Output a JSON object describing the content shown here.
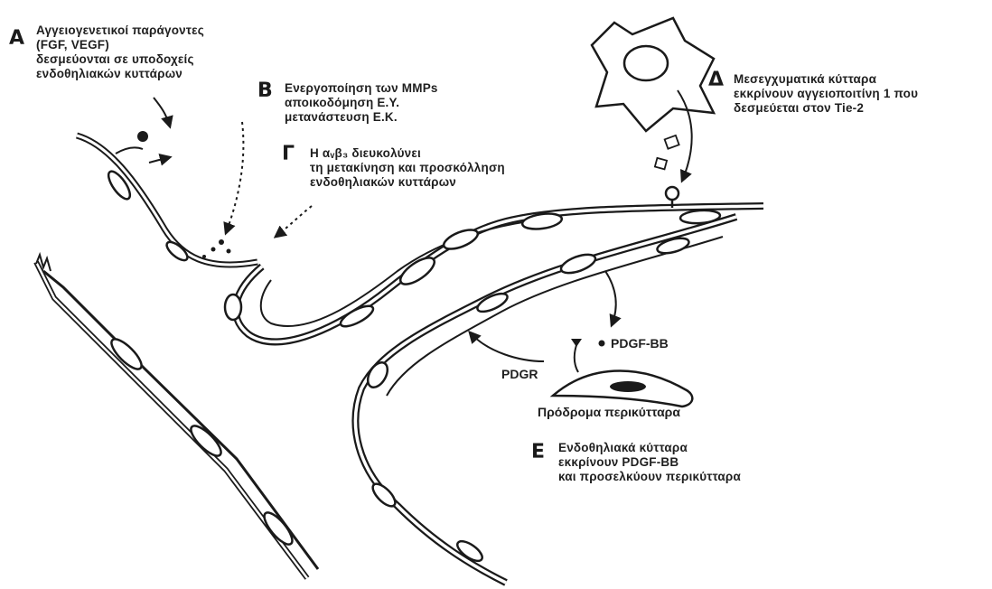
{
  "annotations": {
    "A": {
      "letter": "Α",
      "lines": [
        "Αγγειογενετικοί παράγοντες",
        "(FGF, VEGF)",
        "δεσμεύονται σε υποδοχείς",
        "ενδοθηλιακών κυττάρων"
      ]
    },
    "B": {
      "letter": "Β",
      "lines": [
        "Ενεργοποίηση των MMPs",
        "αποικοδόμηση Ε.Υ.",
        "μετανάστευση Ε.Κ."
      ]
    },
    "C": {
      "letter": "Γ",
      "lines": [
        "Η αᵥβ₃ διευκολύνει",
        "τη μετακίνηση και προσκόλληση",
        "ενδοθηλιακών κυττάρων"
      ]
    },
    "D": {
      "letter": "Δ",
      "lines": [
        "Μεσεγχυματικά κύτταρα",
        "εκκρίνουν αγγειοποιτίνη 1 που",
        "δεσμεύεται στον Tie-2"
      ]
    },
    "E": {
      "letter": "Ε",
      "lines": [
        "Ενδοθηλιακά κύτταρα",
        "εκκρίνουν PDGF-BB",
        "και προσελκύουν περικύτταρα"
      ]
    }
  },
  "labels": {
    "pdgr": "PDGR",
    "pdgf_bb": "PDGF-BB",
    "pericyte_precursors": "Πρόδρομα περικύτταρα"
  },
  "colors": {
    "ink": "#1a1a1a",
    "vessel_fill": "#ffffff",
    "background": "#ffffff"
  }
}
